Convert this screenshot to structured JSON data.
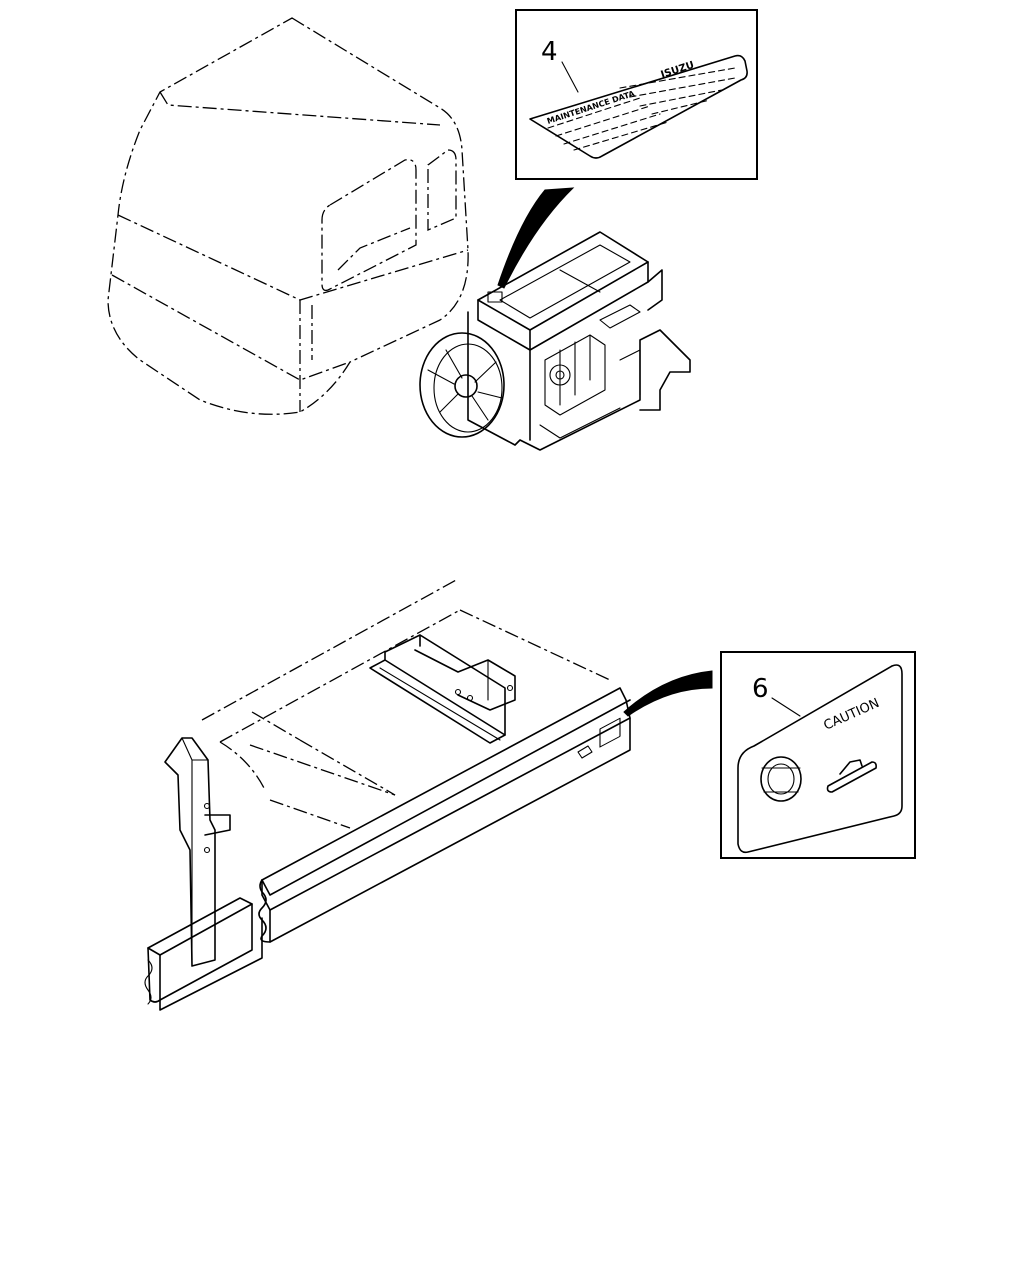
{
  "callouts": [
    {
      "number": "4",
      "label_heading": "MAINTENANCE DATA",
      "brand": "ISUZU"
    },
    {
      "number": "6",
      "label_heading": "CAUTION"
    }
  ]
}
